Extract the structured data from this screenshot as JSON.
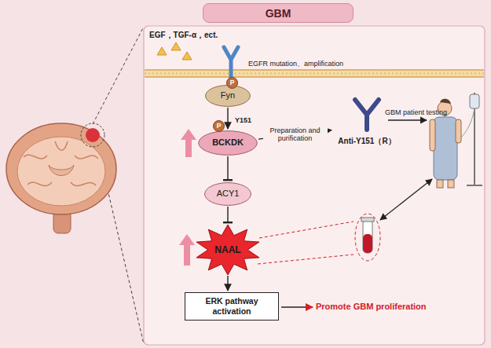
{
  "diagram": {
    "title": "GBM",
    "nodes": [
      {
        "text": [
          "Fyn"
        ]
      },
      {
        "text": [
          "BCKDK"
        ]
      },
      {
        "text": [
          "ACY1"
        ]
      },
      {
        "text": [
          "NAAL"
        ]
      },
      {
        "text": [
          "ERK pathway activation"
        ]
      },
      {
        "text": [
          "Anti-Y151（R）"
        ]
      }
    ],
    "edges": [
      {
        "from": 0,
        "to": 1,
        "arrow": "to"
      },
      {
        "from": 1,
        "to": 2,
        "arrow": "to"
      },
      {
        "from": 2,
        "to": 3,
        "arrow": "to"
      },
      {
        "from": 3,
        "to": 4,
        "arrow": "to"
      },
      {
        "from": 1,
        "to": 5,
        "label": "Preparation and purification",
        "arrow": "to"
      }
    ],
    "labels": [
      "EGF，TGF-α，ect.",
      "EGFR mutation、amplification",
      "P",
      "P",
      "Y151",
      "GBM patient testing",
      "Promote GBM proliferation"
    ]
  }
}
